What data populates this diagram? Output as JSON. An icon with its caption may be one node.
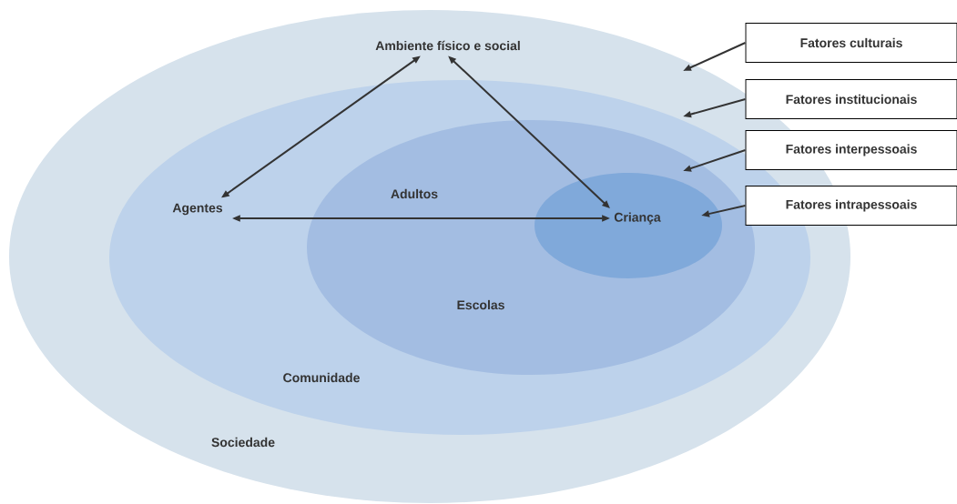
{
  "diagram": {
    "nodes": [
      {
        "text": [
          "Sociedade"
        ]
      },
      {
        "text": [
          "Comunidade"
        ],
        "in": 0
      },
      {
        "text": [
          "Adultos",
          "Escolas"
        ],
        "in": 1
      },
      {
        "text": [],
        "shape": "ellipse",
        "in": 2
      },
      {
        "text": [
          "Criança"
        ],
        "in": 3
      },
      {
        "text": [
          "Ambiente físico e social"
        ],
        "in": 0
      },
      {
        "text": [
          "Agentes"
        ],
        "in": 1
      },
      {
        "text": [
          "Fatores culturais"
        ]
      },
      {
        "text": [
          "Fatores institucionais"
        ]
      },
      {
        "text": [
          "Fatores interpessoais"
        ]
      },
      {
        "text": [
          "Fatores intrapessoais"
        ]
      }
    ],
    "edges": [
      {
        "from": 5,
        "to": 6,
        "arrow": "both"
      },
      {
        "from": 5,
        "to": 4,
        "arrow": "both"
      },
      {
        "from": 6,
        "to": 4,
        "arrow": "both"
      },
      {
        "from": 7,
        "to": 0,
        "arrow": "to"
      },
      {
        "from": 8,
        "to": 1,
        "arrow": "to"
      },
      {
        "from": 9,
        "to": 2,
        "arrow": "to"
      },
      {
        "from": 10,
        "to": 3,
        "arrow": "to"
      }
    ]
  }
}
